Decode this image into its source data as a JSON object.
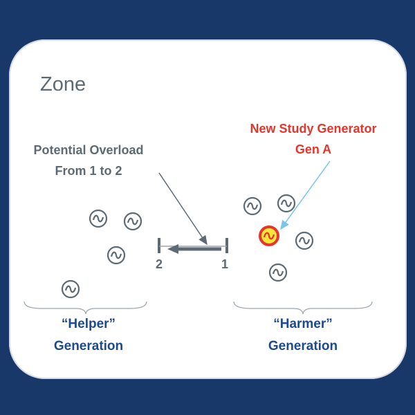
{
  "title": "Zone",
  "overload_label": {
    "line1": "Potential Overload",
    "line2": "From 1 to 2"
  },
  "new_generator_label": {
    "line1": "New Study Generator",
    "line2": "Gen A"
  },
  "bus_labels": {
    "from": "1",
    "to": "2"
  },
  "helper_group": {
    "line1": "“Helper”",
    "line2": "Generation"
  },
  "harmer_group": {
    "line1": "“Harmer”",
    "line2": "Generation"
  },
  "colors": {
    "background": "#173869",
    "gray": "#5d6973",
    "red": "#e8352b",
    "blue": "#1d4a8f",
    "highlight": "#f5e83a",
    "pointer": "#7cc4ea"
  }
}
